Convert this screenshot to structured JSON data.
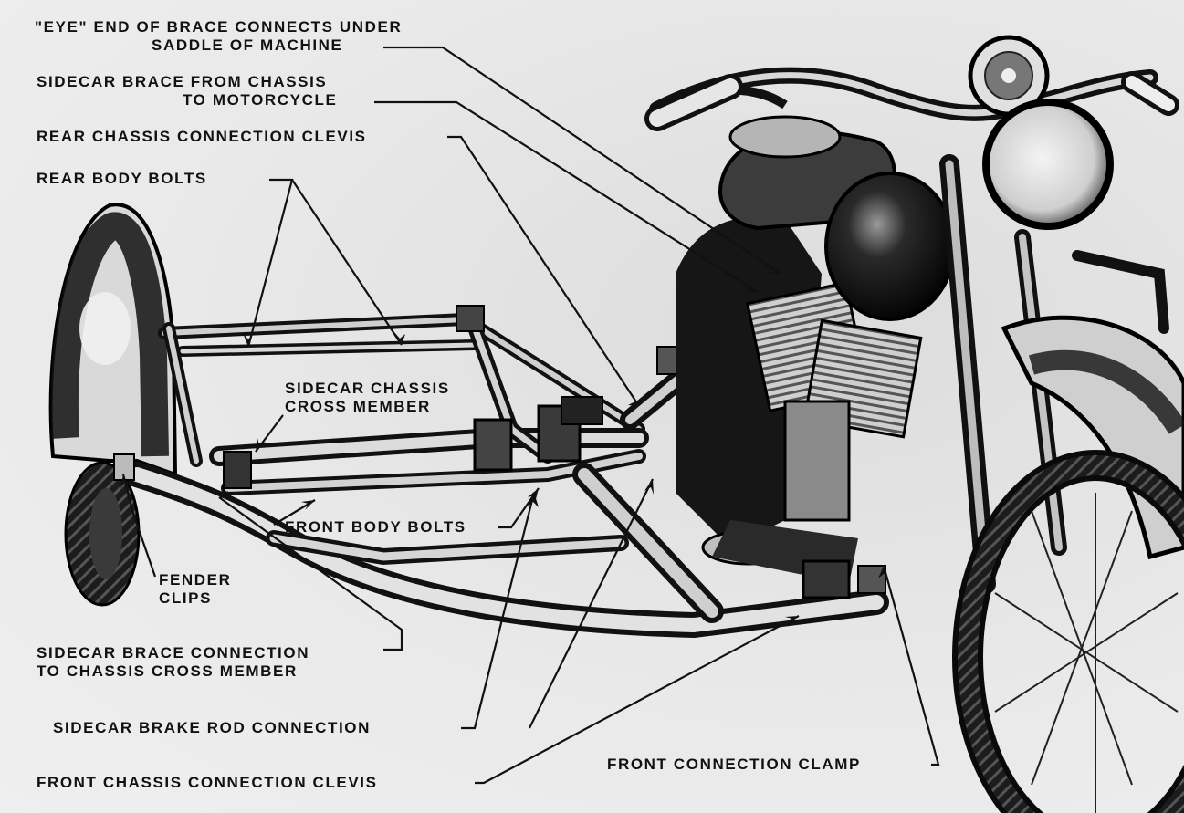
{
  "callouts": [
    {
      "id": "eye-end",
      "lines": [
        "\"EYE\" END OF BRACE CONNECTS UNDER",
        "SADDLE OF MACHINE"
      ]
    },
    {
      "id": "sidecar-brace",
      "lines": [
        "SIDECAR BRACE FROM CHASSIS",
        "TO MOTORCYCLE"
      ]
    },
    {
      "id": "rear-clevis",
      "lines": [
        "REAR CHASSIS CONNECTION CLEVIS"
      ]
    },
    {
      "id": "rear-body-bolts",
      "lines": [
        "REAR BODY BOLTS"
      ]
    },
    {
      "id": "cross-member",
      "lines": [
        "SIDECAR CHASSIS",
        "CROSS MEMBER"
      ]
    },
    {
      "id": "front-body-bolts",
      "lines": [
        "FRONT BODY BOLTS"
      ]
    },
    {
      "id": "fender-clips",
      "lines": [
        "FENDER",
        "CLIPS"
      ]
    },
    {
      "id": "brace-connection",
      "lines": [
        "SIDECAR BRACE CONNECTION",
        "TO CHASSIS CROSS MEMBER"
      ]
    },
    {
      "id": "brake-rod",
      "lines": [
        "SIDECAR BRAKE ROD CONNECTION"
      ]
    },
    {
      "id": "front-clamp",
      "lines": [
        "FRONT CONNECTION CLAMP"
      ]
    },
    {
      "id": "front-clevis",
      "lines": [
        "FRONT CHASSIS CONNECTION CLEVIS"
      ]
    }
  ]
}
